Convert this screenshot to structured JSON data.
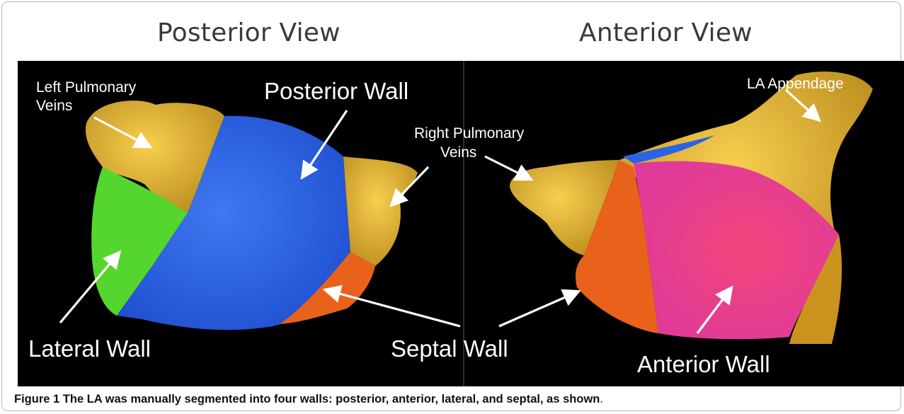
{
  "figure": {
    "titles": {
      "posterior": "Posterior View",
      "anterior": "Anterior View"
    },
    "labels": {
      "left_pv_line1": "Left Pulmonary",
      "left_pv_line2": "Veins",
      "posterior_wall": "Posterior Wall",
      "right_pv_line1": "Right Pulmonary",
      "right_pv_line2": "Veins",
      "la_appendage": "LA Appendage",
      "lateral_wall": "Lateral Wall",
      "septal_wall": "Septal Wall",
      "anterior_wall": "Anterior Wall"
    },
    "colors": {
      "background": "#000000",
      "pulmonary_veins": "#e2b23a",
      "posterior_wall": "#2b63e6",
      "lateral_wall": "#55d62e",
      "septal_wall": "#e8621c",
      "anterior_wall": "#ef3f74"
    }
  },
  "caption": {
    "label": "Figure 1",
    "text": "The LA was manually segmented into four walls: posterior, anterior, lateral, and septal, as shown",
    "end": "."
  }
}
